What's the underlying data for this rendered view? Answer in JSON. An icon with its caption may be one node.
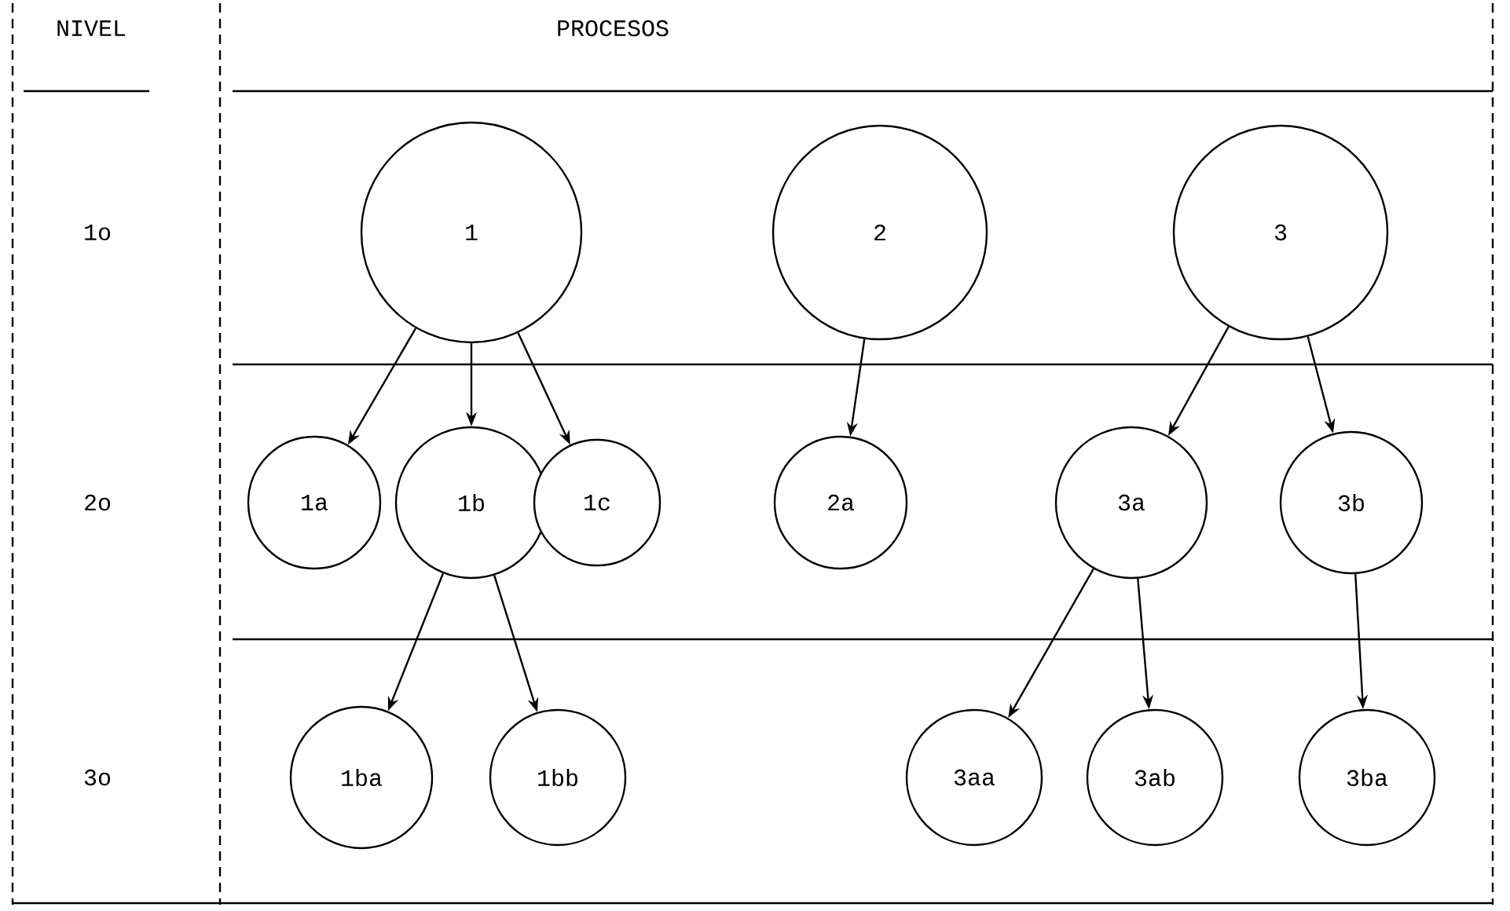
{
  "diagram": {
    "nodes": [
      {
        "text": [
          "1"
        ]
      },
      {
        "text": [
          "2"
        ]
      },
      {
        "text": [
          "3"
        ]
      },
      {
        "text": [
          "1a"
        ]
      },
      {
        "text": [
          "1b"
        ]
      },
      {
        "text": [
          "1c"
        ]
      },
      {
        "text": [
          "2a"
        ]
      },
      {
        "text": [
          "3a"
        ]
      },
      {
        "text": [
          "3b"
        ]
      },
      {
        "text": [
          "1ba"
        ]
      },
      {
        "text": [
          "1bb"
        ]
      },
      {
        "text": [
          "3aa"
        ]
      },
      {
        "text": [
          "3ab"
        ]
      },
      {
        "text": [
          "3ba"
        ]
      }
    ],
    "edges": [
      {
        "from": 0,
        "to": 3,
        "arrow": "to"
      },
      {
        "from": 0,
        "to": 4,
        "arrow": "to"
      },
      {
        "from": 0,
        "to": 5,
        "arrow": "to"
      },
      {
        "from": 1,
        "to": 6,
        "arrow": "to"
      },
      {
        "from": 2,
        "to": 7,
        "arrow": "to"
      },
      {
        "from": 2,
        "to": 8,
        "arrow": "to"
      },
      {
        "from": 4,
        "to": 9,
        "arrow": "to"
      },
      {
        "from": 4,
        "to": 10,
        "arrow": "to"
      },
      {
        "from": 7,
        "to": 11,
        "arrow": "to"
      },
      {
        "from": 7,
        "to": 12,
        "arrow": "to"
      },
      {
        "from": 8,
        "to": 13,
        "arrow": "to"
      }
    ],
    "labels": [
      "NIVEL",
      "PROCESOS",
      "1o",
      "2o",
      "3o"
    ]
  }
}
